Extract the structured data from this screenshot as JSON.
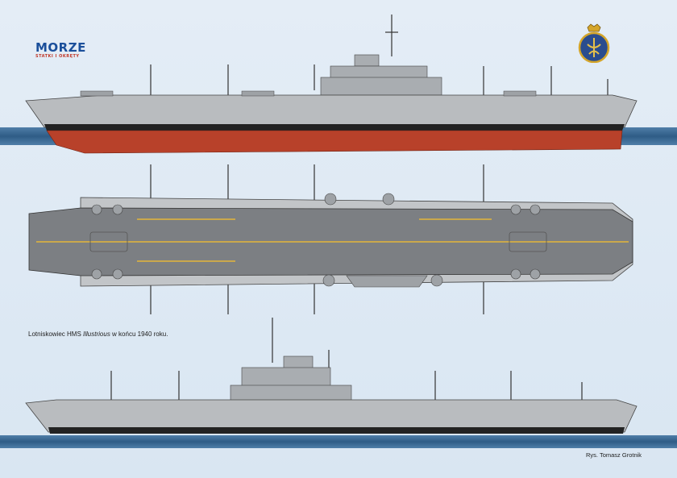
{
  "magazine": {
    "title": "MORZE",
    "subtitle": "STATKI I OKRĘTY"
  },
  "caption": {
    "prefix": "Lotniskowiec HMS ",
    "ship_name": "Illustrious",
    "suffix": " w końcu 1940 roku."
  },
  "credit": "Rys. Tomasz Grotnik",
  "colors": {
    "hull_grey": "#b9bcbf",
    "deck_grey": "#7c7f83",
    "antifouling_red": "#b8412a",
    "boot_black": "#222222",
    "deck_stripe": "#e3b53a",
    "band_blue": "#34628d"
  },
  "icons": {
    "crest": "royal-navy-badge-icon"
  }
}
